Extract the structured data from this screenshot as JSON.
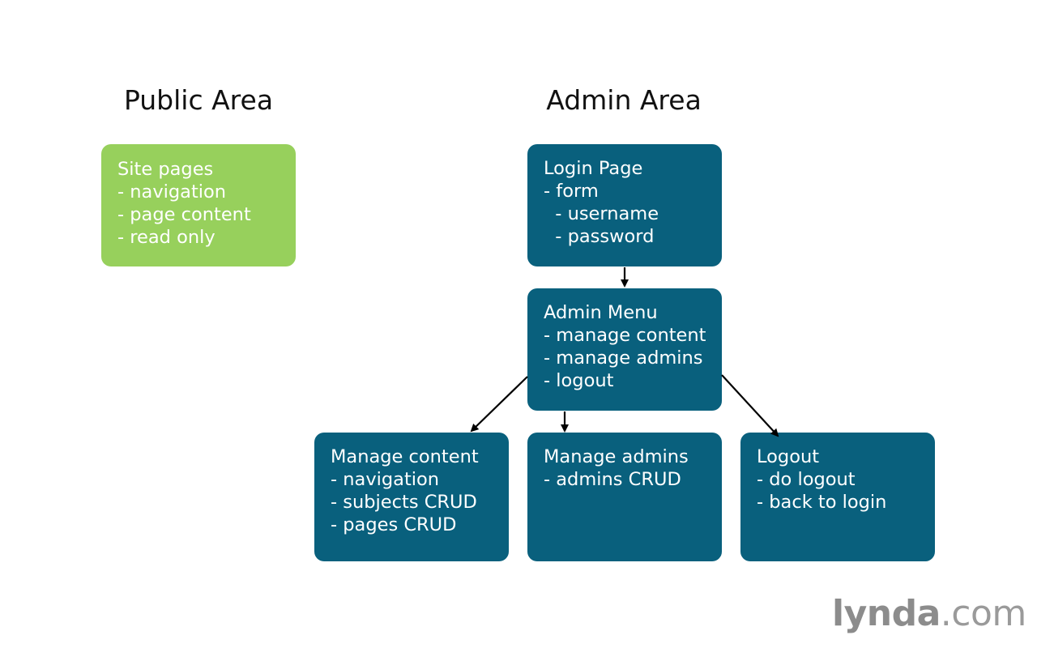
{
  "headings": {
    "public": "Public Area",
    "admin": "Admin Area"
  },
  "boxes": {
    "site_pages": {
      "lines": [
        "Site pages",
        "- navigation",
        "- page content",
        "- read only"
      ]
    },
    "login_page": {
      "lines": [
        "Login Page",
        "- form",
        "  - username",
        "  - password"
      ]
    },
    "admin_menu": {
      "lines": [
        "Admin Menu",
        "- manage content",
        "- manage admins",
        "- logout"
      ]
    },
    "manage_content": {
      "lines": [
        "Manage content",
        "- navigation",
        "- subjects CRUD",
        "- pages CRUD"
      ]
    },
    "manage_admins": {
      "lines": [
        "Manage admins",
        "- admins CRUD"
      ]
    },
    "logout": {
      "lines": [
        "Logout",
        "- do logout",
        "- back to login"
      ]
    }
  },
  "logo": {
    "bold": "lynda",
    "rest": ".com"
  },
  "colors": {
    "public_box": "#97d05c",
    "admin_box": "#09607d",
    "arrow": "#000000"
  }
}
